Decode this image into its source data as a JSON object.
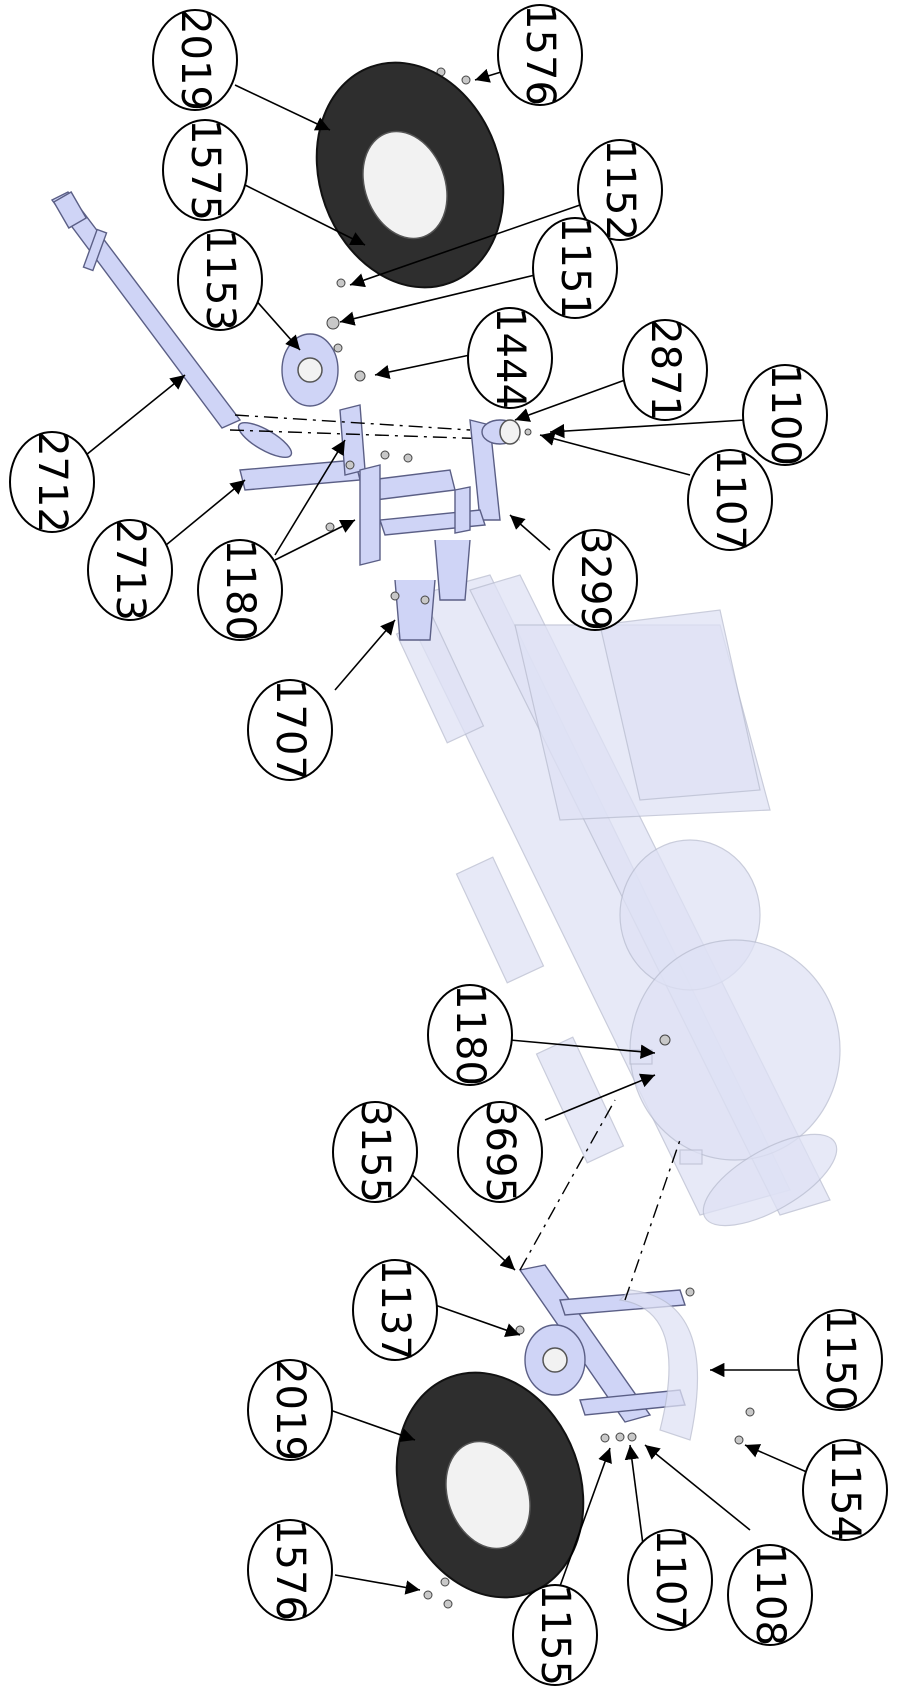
{
  "diagram": {
    "callouts": [
      {
        "id": "c2019a",
        "label": "2019"
      },
      {
        "id": "c1576a",
        "label": "1576"
      },
      {
        "id": "c1575",
        "label": "1575"
      },
      {
        "id": "c1152",
        "label": "1152"
      },
      {
        "id": "c1153",
        "label": "1153"
      },
      {
        "id": "c1151",
        "label": "1151"
      },
      {
        "id": "c1444",
        "label": "1444"
      },
      {
        "id": "c2871",
        "label": "2871"
      },
      {
        "id": "c1100",
        "label": "1100"
      },
      {
        "id": "c2712",
        "label": "2712"
      },
      {
        "id": "c1107a",
        "label": "1107"
      },
      {
        "id": "c2713",
        "label": "2713"
      },
      {
        "id": "c1180a",
        "label": "1180"
      },
      {
        "id": "c3299",
        "label": "3299"
      },
      {
        "id": "c1707",
        "label": "1707"
      },
      {
        "id": "c1180b",
        "label": "1180"
      },
      {
        "id": "c3155",
        "label": "3155"
      },
      {
        "id": "c3695",
        "label": "3695"
      },
      {
        "id": "c1137",
        "label": "1137"
      },
      {
        "id": "c1150",
        "label": "1150"
      },
      {
        "id": "c2019b",
        "label": "2019"
      },
      {
        "id": "c1154",
        "label": "1154"
      },
      {
        "id": "c1576b",
        "label": "1576"
      },
      {
        "id": "c1107b",
        "label": "1107"
      },
      {
        "id": "c1108",
        "label": "1108"
      },
      {
        "id": "c1155",
        "label": "1155"
      }
    ]
  }
}
